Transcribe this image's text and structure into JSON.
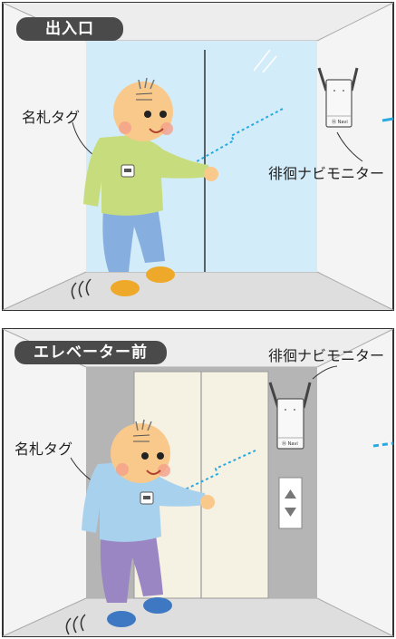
{
  "scene1": {
    "badge": "出入口",
    "tag_label": "名札タグ",
    "monitor_label": "徘徊ナビモニター"
  },
  "scene2": {
    "badge": "エレベーター前",
    "tag_label": "名札タグ",
    "monitor_label": "徘徊ナビモニター"
  },
  "colors": {
    "frame": "#333333",
    "ceiling": "#eeeeee",
    "wall": "#f4f4f4",
    "floor": "#e0e0e0",
    "glass": "#d3ecf9",
    "elevator_surround": "#b5b5b5",
    "elevator_door": "#f5f1e3",
    "signal": "#2aa9e0",
    "shirt_scene1": "#c7dc7c",
    "shirt_scene2": "#a8d1ee",
    "pants_scene1": "#86aedf",
    "pants_scene2": "#9b86c4",
    "shoes_scene1": "#efa92a",
    "shoes_scene2": "#3f78c2",
    "skin": "#f9c98c"
  },
  "icons": [
    "name-tag-icon",
    "monitor-device-icon",
    "signal-wave-icon",
    "elevator-arrows-icon"
  ]
}
